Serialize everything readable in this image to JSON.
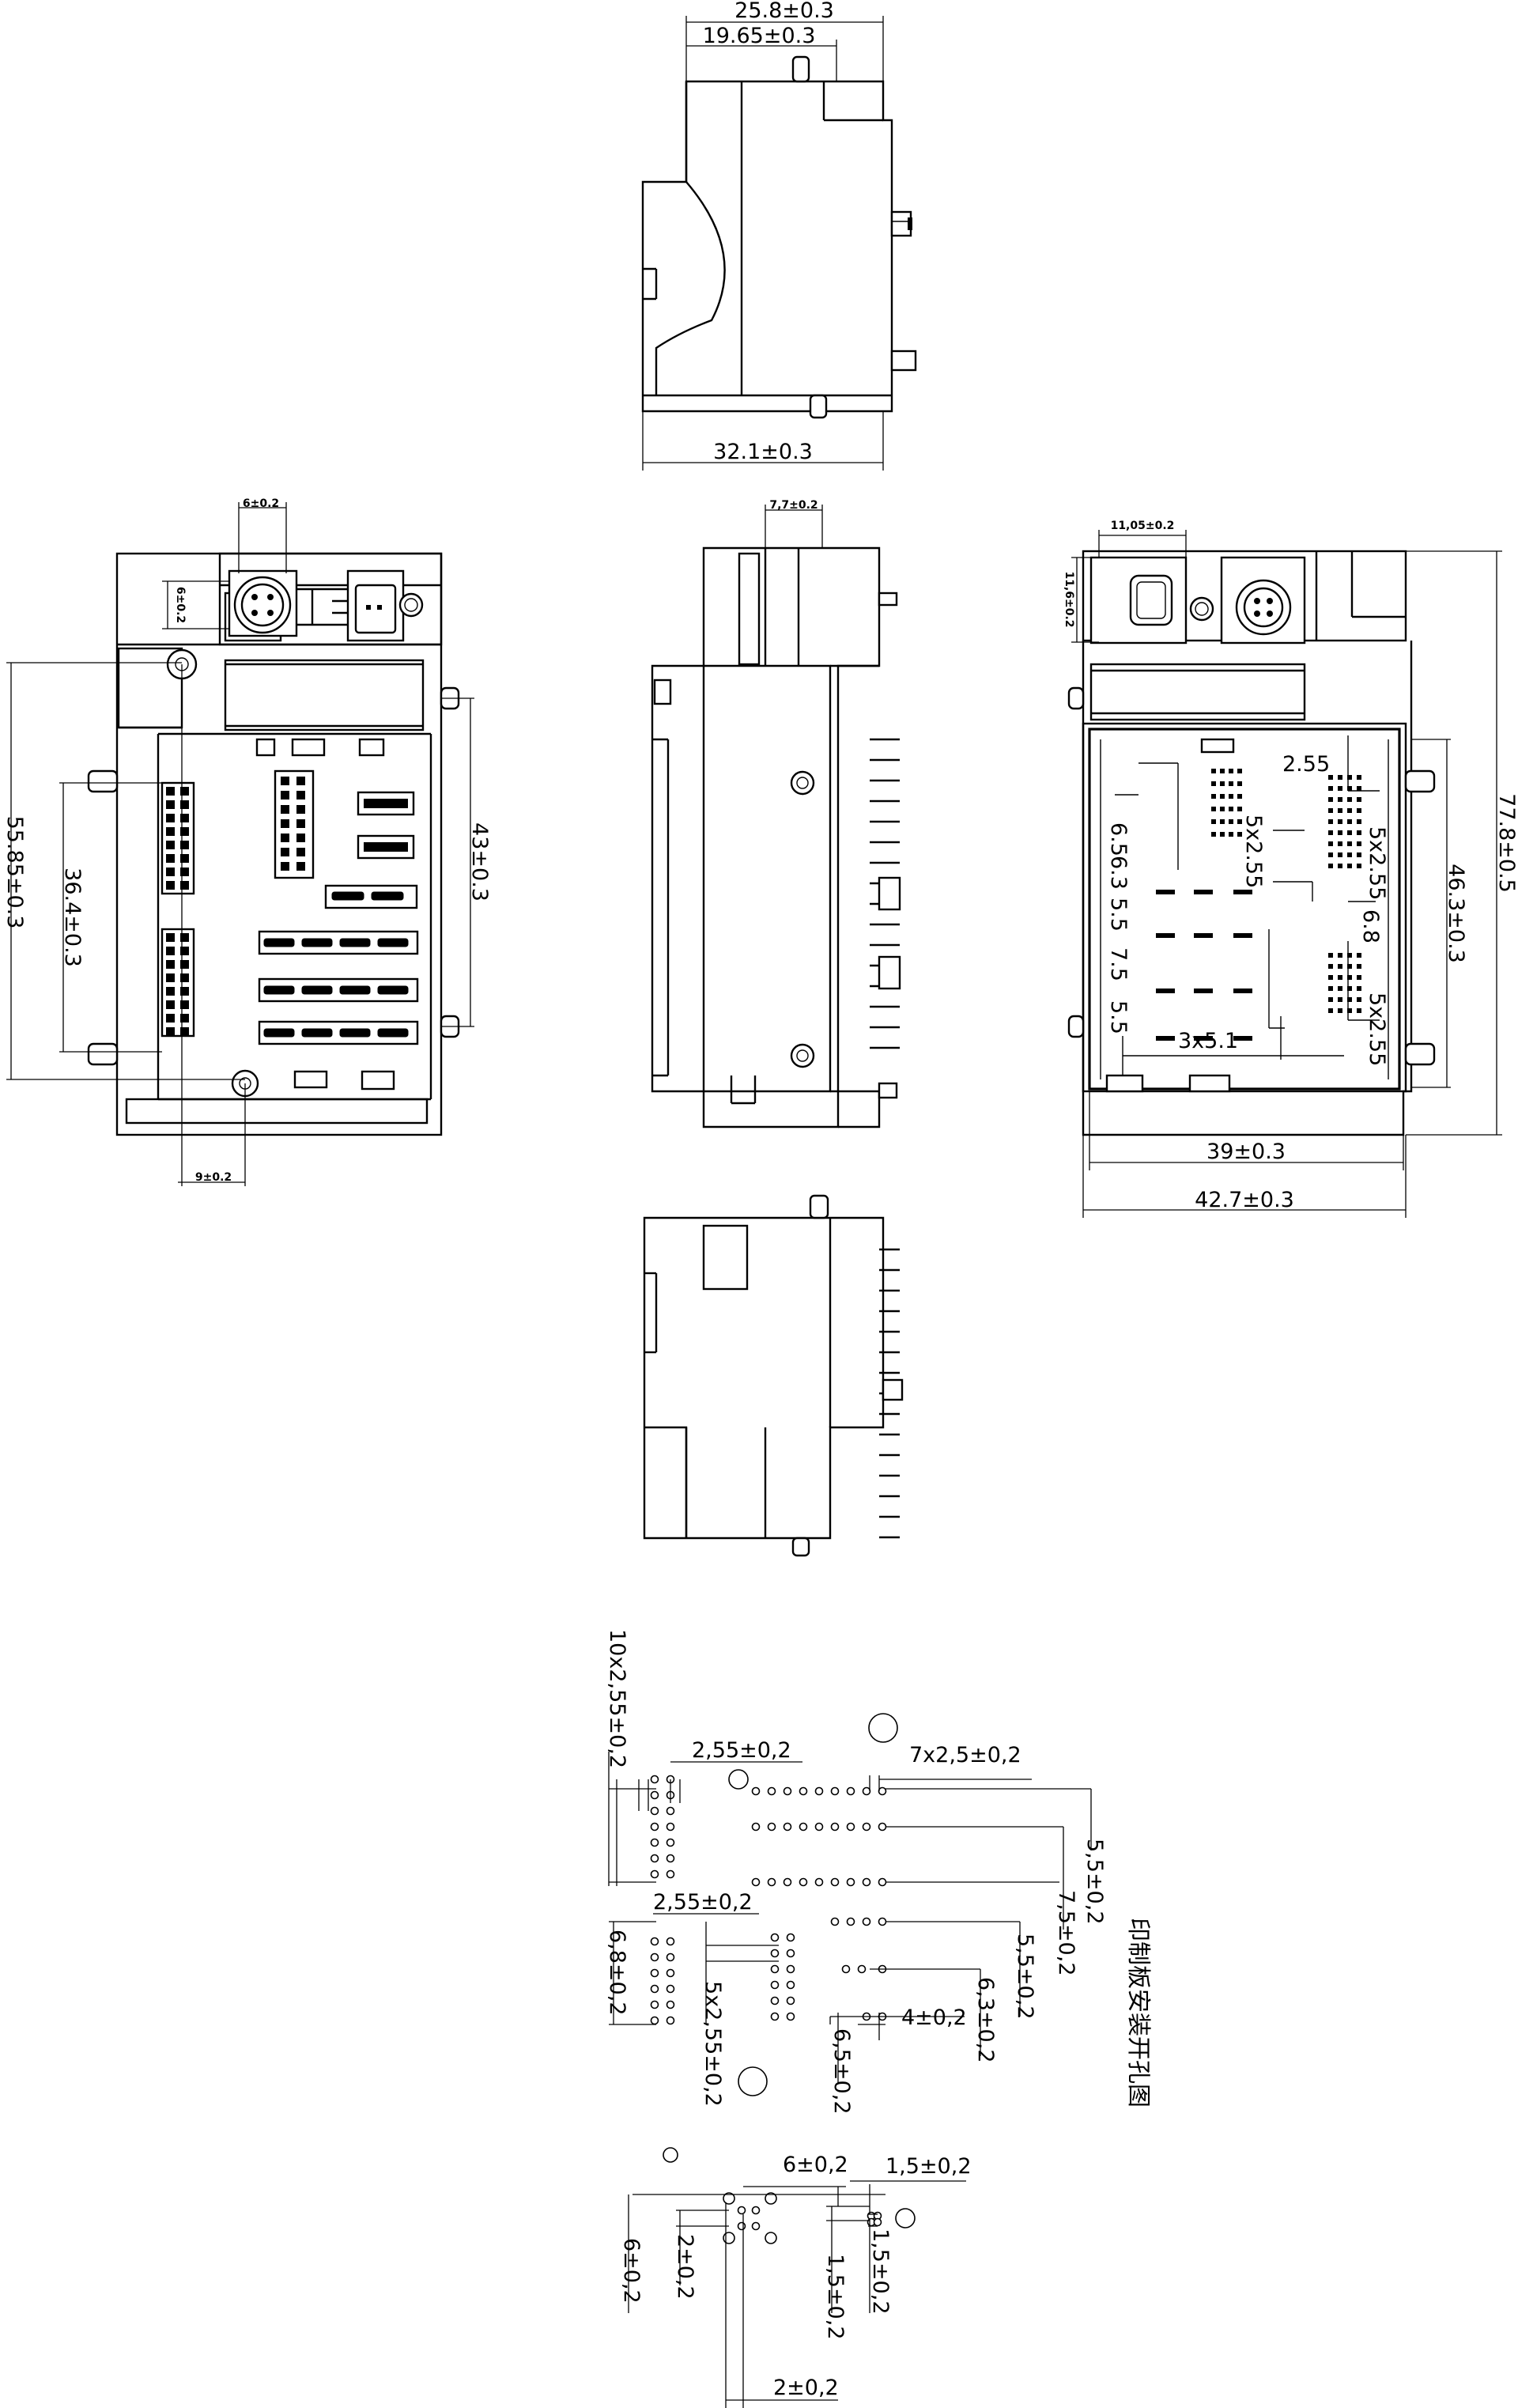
{
  "drawing": {
    "top_view": {
      "dim_width_total": "25.8±0.3",
      "dim_width_inner": "19.65±0.3",
      "dim_width_bottom": "32.1±0.3"
    },
    "front_view": {
      "dim_top_connector_width": "6±0.2",
      "dim_top_connector_height": "6±0.2",
      "dim_height_outer": "55.85±0.3",
      "dim_height_inner": "36.4±0.3",
      "dim_height_right": "43±0.3",
      "dim_bottom_offset": "9±0.2"
    },
    "side_view": {
      "dim_top_offset": "7,7±0.2"
    },
    "rear_view": {
      "dim_connector_width": "11,05±0.2",
      "dim_connector_height": "11,6±0.2",
      "dim_height_total": "77.8±0.5",
      "dim_height_inner": "46.3±0.3",
      "dim_width_inner": "39±0.3",
      "dim_width_outer": "42.7±0.3",
      "label_pitch_top": "2.55",
      "label_5x255_a": "5x2.55",
      "label_5x255_b": "5x2.55",
      "label_5x255_c": "5x2.55",
      "label_68": "6.8",
      "label_3x51": "3x5.1",
      "label_65": "6.5",
      "label_63": "6.3",
      "label_55a": "5.5",
      "label_75": "7.5",
      "label_55b": "5.5"
    },
    "pcb_layout": {
      "title": "印制板安装开孔图",
      "dim_10x255": "10x2,55±0,2",
      "dim_255_top": "2,55±0,2",
      "dim_7x25": "7x2,5±0,2",
      "dim_55_a": "5,5±0,2",
      "dim_75": "7,5±0,2",
      "dim_55_b": "5,5±0,2",
      "dim_63": "6,3±0,2",
      "dim_4": "4±0,2",
      "dim_65": "6,5±0,2",
      "dim_68": "6,8±0,2",
      "dim_255_mid": "2,55±0,2",
      "dim_5x255": "5x2,55±0,2",
      "dim_6_top": "6±0,2",
      "dim_15_top": "1,5±0,2",
      "dim_6_left": "6±0,2",
      "dim_2_left": "2±0,2",
      "dim_15_mid": "1,5±0,2",
      "dim_15_right": "1,5±0,2",
      "dim_2_bottom": "2±0,2"
    }
  }
}
